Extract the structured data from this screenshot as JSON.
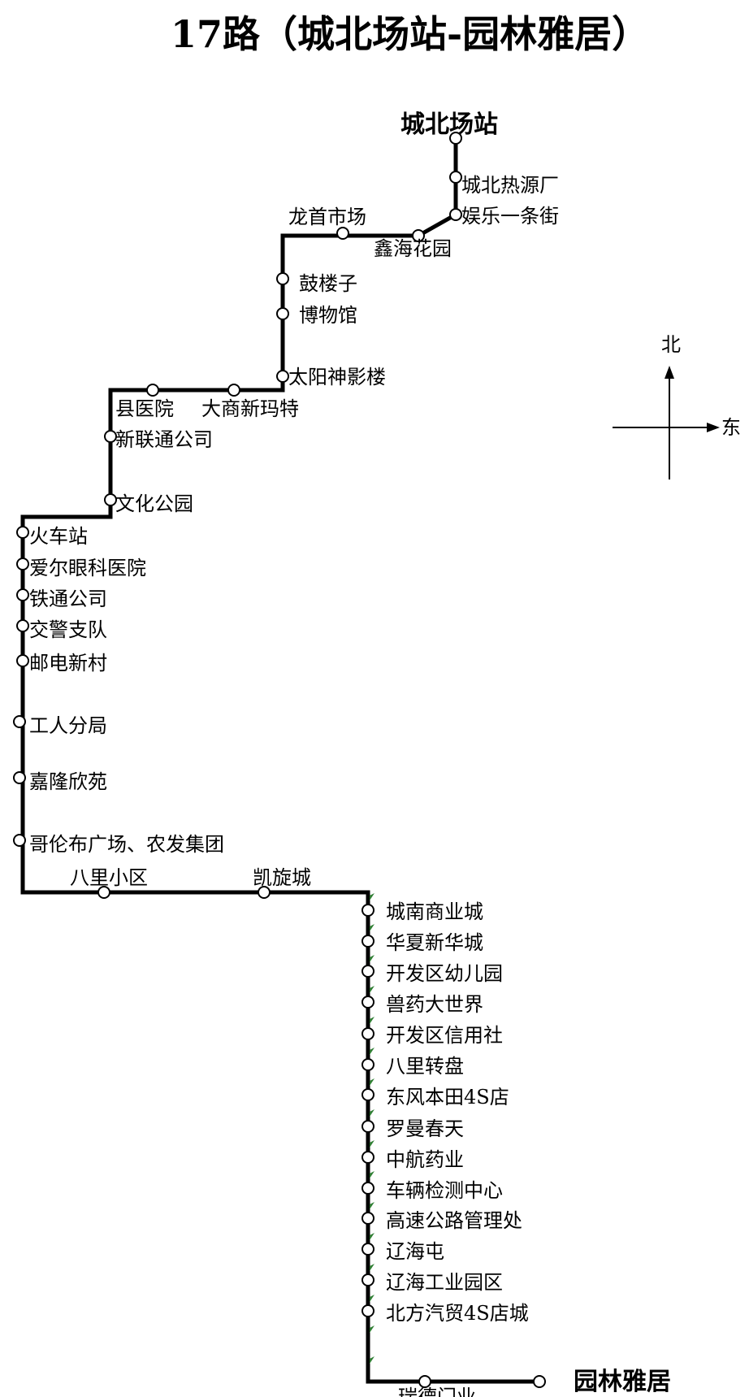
{
  "title": "17路（城北场站-园林雅居）",
  "terminals": {
    "start": "城北场站",
    "end": "园林雅居"
  },
  "compass": {
    "north": "北",
    "east": "东"
  },
  "colors": {
    "route": "#000000",
    "stop_fill": "#ffffff",
    "direction_marker": "#2e7d32"
  },
  "stops": [
    "城北热源厂",
    "娱乐一条街",
    "鑫海花园",
    "龙首市场",
    "鼓楼子",
    "博物馆",
    "太阳神影楼",
    "大商新玛特",
    "县医院",
    "新联通公司",
    "文化公园",
    "火车站",
    "爱尔眼科医院",
    "铁通公司",
    "交警支队",
    "邮电新村",
    "工人分局",
    "嘉隆欣苑",
    "哥伦布广场、农发集团",
    "八里小区",
    "凯旋城",
    "城南商业城",
    "华夏新华城",
    "开发区幼儿园",
    "兽药大世界",
    "开发区信用社",
    "八里转盘",
    "东风本田4S店",
    "罗曼春天",
    "中航药业",
    "车辆检测中心",
    "高速公路管理处",
    "辽海屯",
    "辽海工业园区",
    "北方汽贸4S店城",
    "瑞德门业"
  ]
}
